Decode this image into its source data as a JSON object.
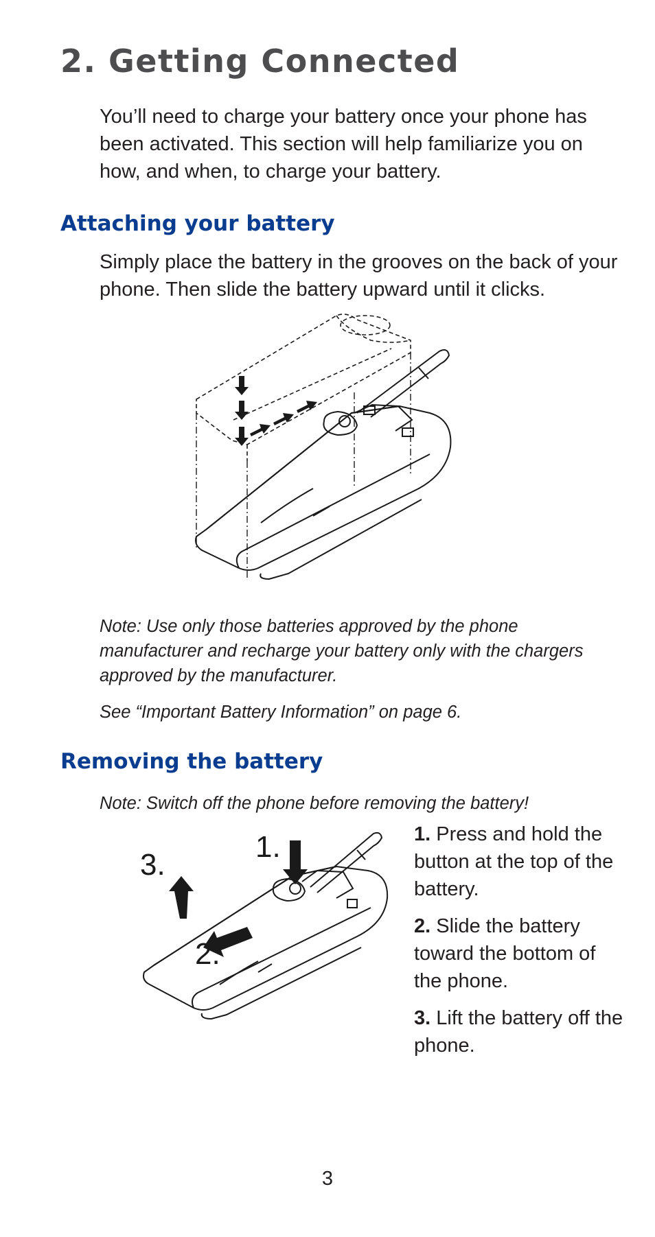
{
  "title": "2. Getting Connected",
  "intro": "You’ll need to charge your battery once your phone has been activated. This section will help familiarize you on how, and when, to charge your battery.",
  "attaching": {
    "heading": "Attaching your battery",
    "text": "Simply place the battery in the grooves on the back of your phone. Then slide the battery upward until it clicks.",
    "note": "Note: Use only those batteries approved by the phone manufacturer and recharge your battery only with the chargers approved by the manufacturer.",
    "see_also": "See “Important Battery Information” on page 6."
  },
  "removing": {
    "heading": "Removing the battery",
    "note": "Note: Switch off the phone before removing the battery!",
    "figure_labels": [
      "1.",
      "2.",
      "3."
    ],
    "steps": [
      {
        "number": "1.",
        "text": "Press and hold the button at the top of the battery."
      },
      {
        "number": "2.",
        "text": "Slide the battery toward the bottom of the phone."
      },
      {
        "number": "3.",
        "text": "Lift the battery off the phone."
      }
    ]
  },
  "page_number": "3"
}
